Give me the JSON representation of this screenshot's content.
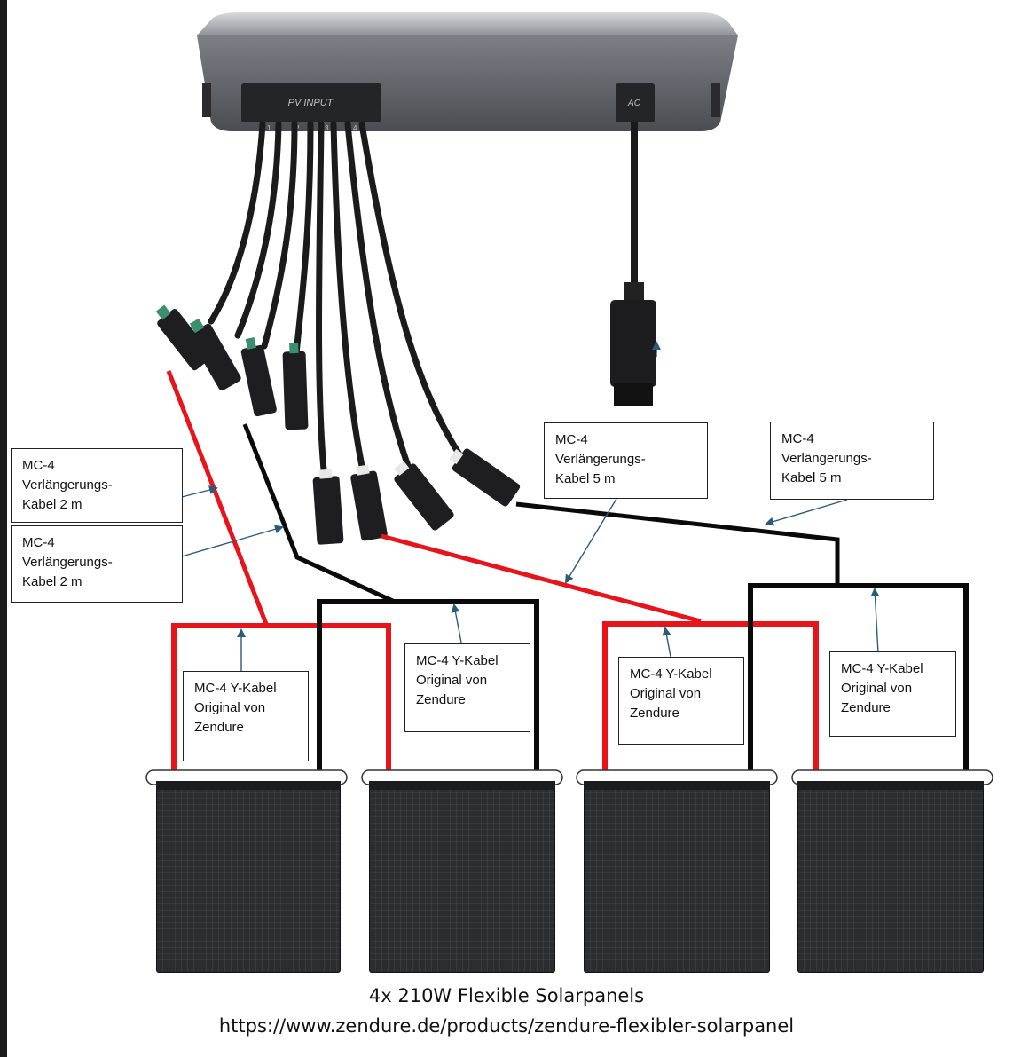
{
  "device": {
    "pv_input_label": "PV INPUT",
    "ac_label": "AC",
    "port_numbers": [
      "1",
      "2",
      "3",
      "4"
    ]
  },
  "labels": {
    "ext_2m_a": "MC-4\nVerlängerungs-\nKabel 2 m",
    "ext_2m_b": "MC-4\nVerlängerungs-\nKabel 2 m",
    "ext_5m_a": "MC-4\nVerlängerungs-\nKabel 5 m",
    "ext_5m_b": "MC-4\nVerlängerungs-\nKabel 5 m",
    "y_cable_1": "MC-4 Y-Kabel\nOriginal von\nZendure",
    "y_cable_2": "MC-4 Y-Kabel\nOriginal von\nZendure",
    "y_cable_3": "MC-4 Y-Kabel\nOriginal von\nZendure",
    "y_cable_4": "MC-4 Y-Kabel\nOriginal von\nZendure"
  },
  "caption": {
    "title": "4x 210W Flexible Solarpanels",
    "url": "https://www.zendure.de/products/zendure-flexibler-solarpanel"
  },
  "colors": {
    "positive": "#e8141c",
    "negative": "#0a0a0a",
    "arrow": "#2a5b7a",
    "panel": "#2b2d30"
  }
}
